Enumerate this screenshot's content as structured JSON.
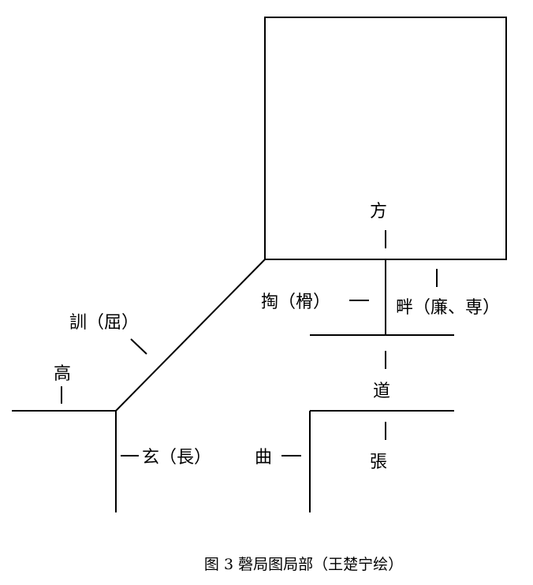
{
  "labels": {
    "fang": "方",
    "tao": "掏（榾）",
    "pan": "畔（廉、専）",
    "xun": "訓（屈）",
    "gao": "高",
    "dao": "道",
    "xuan": "玄（長）",
    "qu": "曲",
    "zhang": "張"
  },
  "caption": "图 3 磬局图局部（王楚宁绘）",
  "colors": {
    "stroke": "#000000",
    "background": "#ffffff"
  }
}
